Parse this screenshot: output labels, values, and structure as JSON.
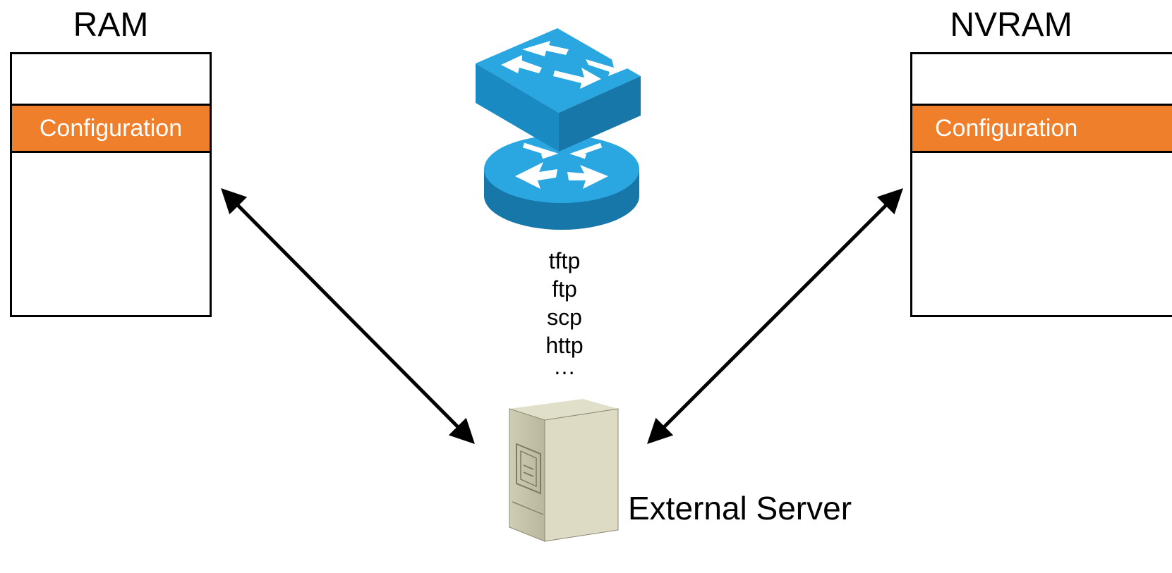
{
  "ram": {
    "title": "RAM",
    "config_label": "Configuration"
  },
  "nvram": {
    "title": "NVRAM",
    "config_label": "Configuration"
  },
  "protocols": [
    "tftp",
    "ftp",
    "scp",
    "http",
    "…"
  ],
  "server": {
    "label": "External Server"
  },
  "colors": {
    "config_fill": "#f07f2c",
    "device_blue": "#1f9ad6",
    "device_blue_dark": "#1677a8",
    "server_beige": "#c8c6ac",
    "arrow": "#000000"
  },
  "icons": {
    "device": "router-switch-icon",
    "server": "server-icon"
  }
}
